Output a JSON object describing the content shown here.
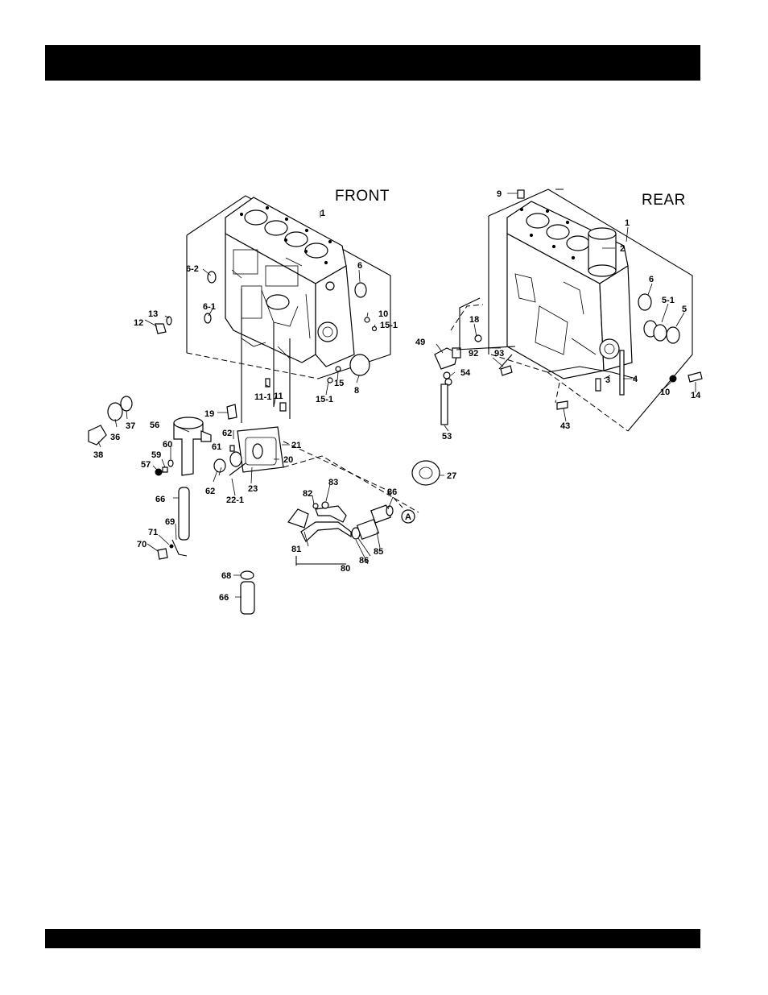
{
  "header": {
    "title": ""
  },
  "views": {
    "front": "FRONT",
    "rear": "REAR"
  },
  "callout_circle": "A",
  "part_numbers": [
    "1",
    "6-2",
    "6",
    "6-1",
    "13",
    "12",
    "10",
    "15-1",
    "11",
    "11-1",
    "15",
    "8",
    "19",
    "62",
    "21",
    "56",
    "36",
    "37",
    "38",
    "60",
    "61",
    "59",
    "57",
    "20",
    "23",
    "22-1",
    "66",
    "69",
    "71",
    "70",
    "68",
    "9",
    "2",
    "5-1",
    "5",
    "18",
    "49",
    "92",
    "93",
    "54",
    "3",
    "4",
    "14",
    "43",
    "53",
    "27",
    "82",
    "83",
    "86",
    "81",
    "85",
    "80"
  ],
  "footer": {
    "text": ""
  }
}
